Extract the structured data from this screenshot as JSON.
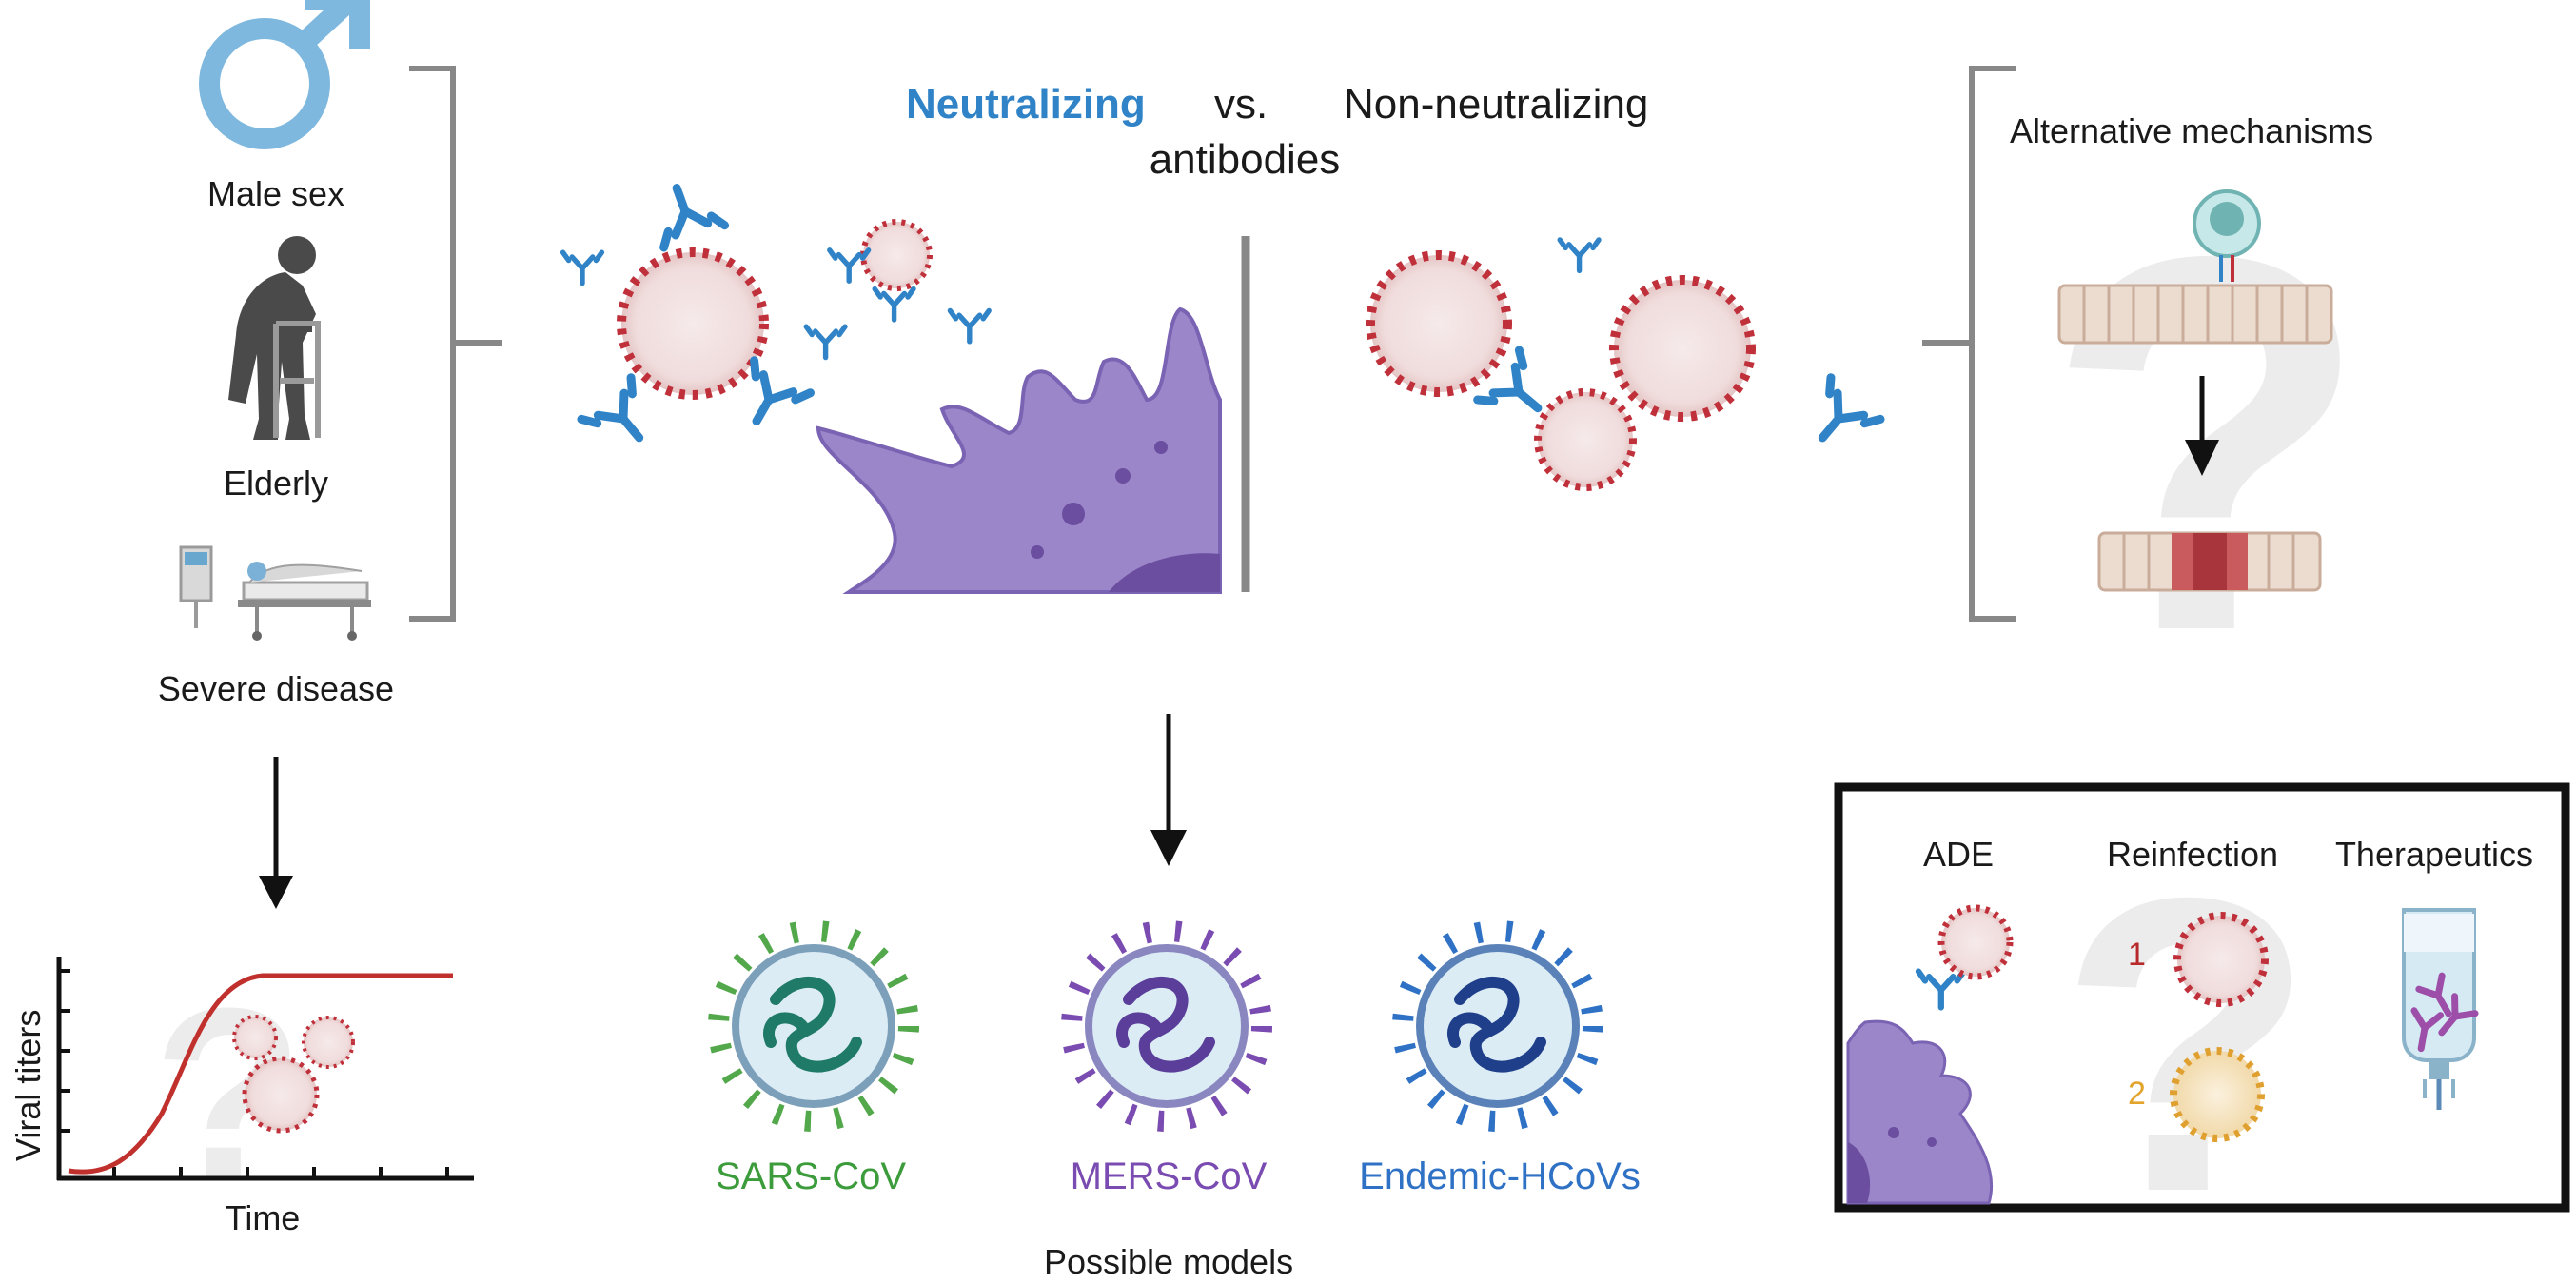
{
  "risk_factors": {
    "male_sex": "Male sex",
    "elderly": "Elderly",
    "severe_disease": "Severe disease"
  },
  "antibodies": {
    "neutralizing": "Neutralizing",
    "vs": "vs.",
    "non_neutralizing": "Non-neutralizing",
    "antibodies": "antibodies"
  },
  "alternative": {
    "title": "Alternative mechanisms"
  },
  "plot": {
    "ylabel": "Viral titers",
    "xlabel": "Time"
  },
  "models": {
    "sars": "SARS-CoV",
    "mers": "MERS-CoV",
    "endemic": "Endemic-HCoVs",
    "caption": "Possible models"
  },
  "outlook_box": {
    "ade": "ADE",
    "reinfection": "Reinfection",
    "therapeutics": "Therapeutics",
    "infection_1": "1",
    "infection_2": "2"
  },
  "colors": {
    "neutralizing_blue": "#2f83c6",
    "virus_red": "#c0303a",
    "cell_purple": "#9b86c9",
    "sars_green": "#3c9c3c",
    "mers_purple": "#7a4bb0",
    "endemic_blue": "#2f72c5",
    "curve_red": "#c0302c",
    "bracket_gray": "#888888"
  }
}
